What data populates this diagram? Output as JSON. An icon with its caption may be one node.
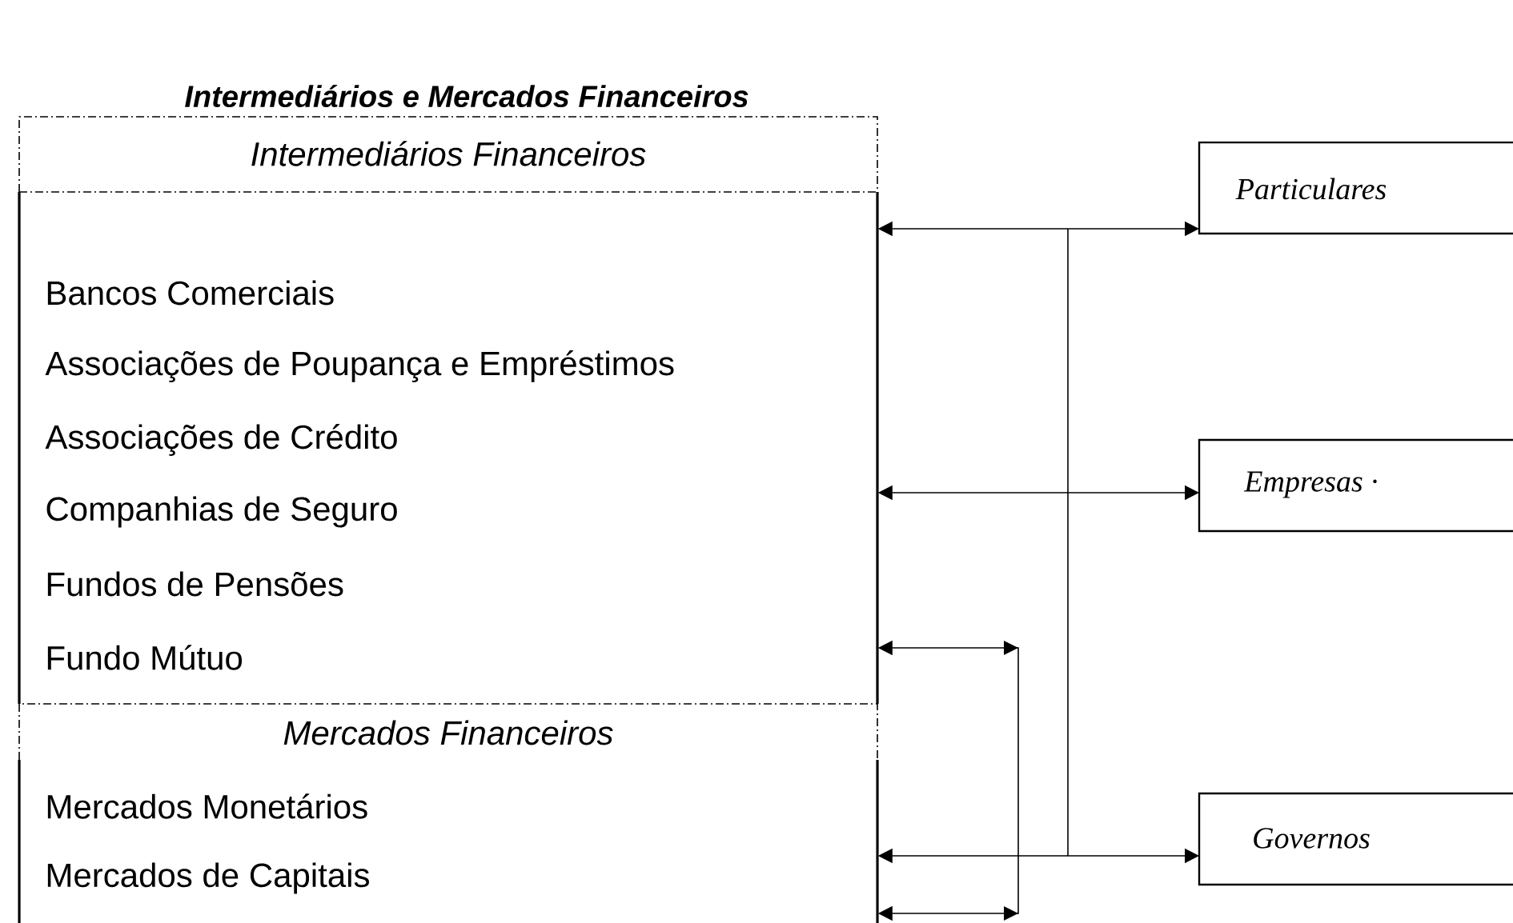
{
  "diagram": {
    "title": "Intermediários e Mercados Financeiros",
    "nodes": [
      {
        "text": [
          "Intermediários Financeiros",
          "Bancos Comerciais",
          "Associações de Poupança e Empréstimos",
          "Associações de Crédito",
          "Companhias de Seguro",
          "Fundos de Pensões",
          "Fundo Mútuo"
        ]
      },
      {
        "text": [
          "Mercados Financeiros",
          "Mercados Monetários",
          "Mercados de Capitais"
        ]
      },
      {
        "text": [
          "Particulares"
        ]
      },
      {
        "text": [
          "Empresas ·"
        ]
      },
      {
        "text": [
          "Governos"
        ]
      }
    ],
    "edges": [
      {
        "from": 0,
        "to": 2,
        "arrow": "both"
      },
      {
        "from": 0,
        "to": 3,
        "arrow": "both"
      },
      {
        "from": 1,
        "to": 4,
        "arrow": "both"
      },
      {
        "from": 0,
        "to": 1,
        "arrow": "both"
      }
    ]
  }
}
